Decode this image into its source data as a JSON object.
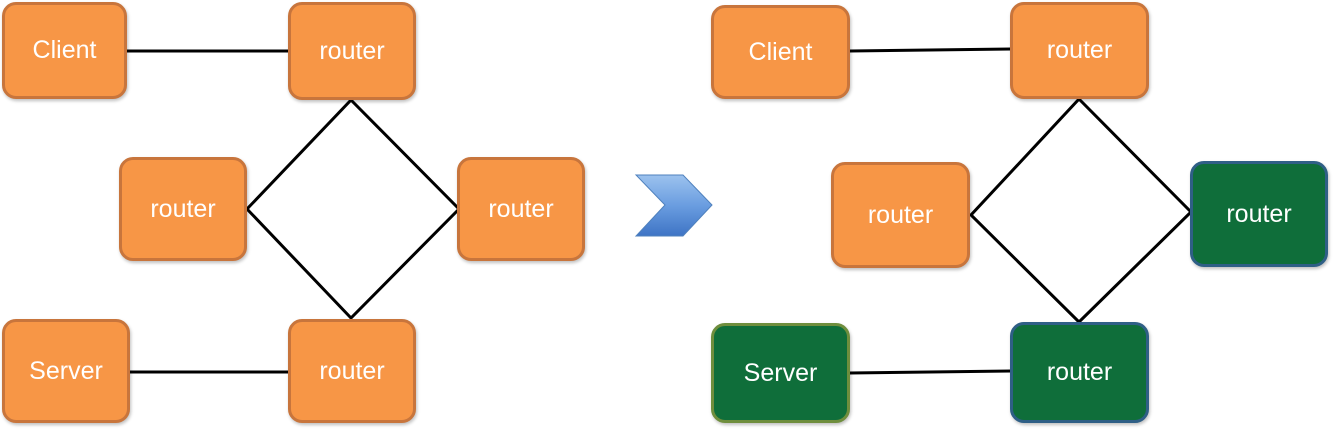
{
  "colors": {
    "orange": "#f79646",
    "orange_border": "#c8753c",
    "green": "#0f6e3a",
    "green_border_blue": "#2f5f86",
    "green_border_olive": "#6f8e3d",
    "line": "#000000",
    "arrow": "#4f81bd"
  },
  "left": {
    "client": "Client",
    "router_top": "router",
    "router_left": "router",
    "router_right": "router",
    "router_bottom": "router",
    "server": "Server"
  },
  "right": {
    "client": "Client",
    "router_top": "router",
    "router_left": "router",
    "router_right": "router",
    "router_bottom": "router",
    "server": "Server"
  },
  "arrow_icon": "chevron-right-icon"
}
